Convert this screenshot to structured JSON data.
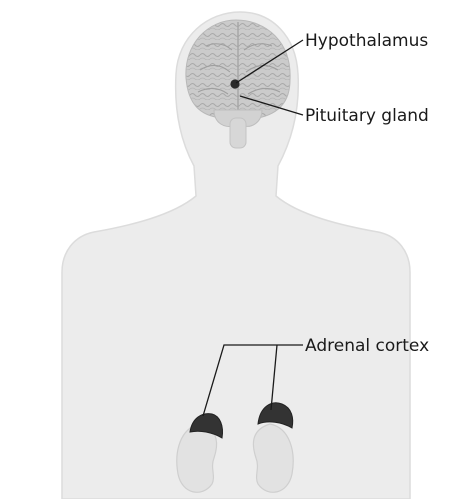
{
  "labels": {
    "hypothalamus": "Hypothalamus",
    "pituitary": "Pituitary gland",
    "adrenal": "Adrenal cortex"
  },
  "colors": {
    "background": "#ffffff",
    "body_fill": "#ececec",
    "body_outline": "#dcdcdc",
    "brain": "#c9c9c9",
    "brain_lines": "#a8a8a8",
    "kidney": "#e2e2e2",
    "gland": "#333333",
    "text": "#1a1a1a"
  }
}
